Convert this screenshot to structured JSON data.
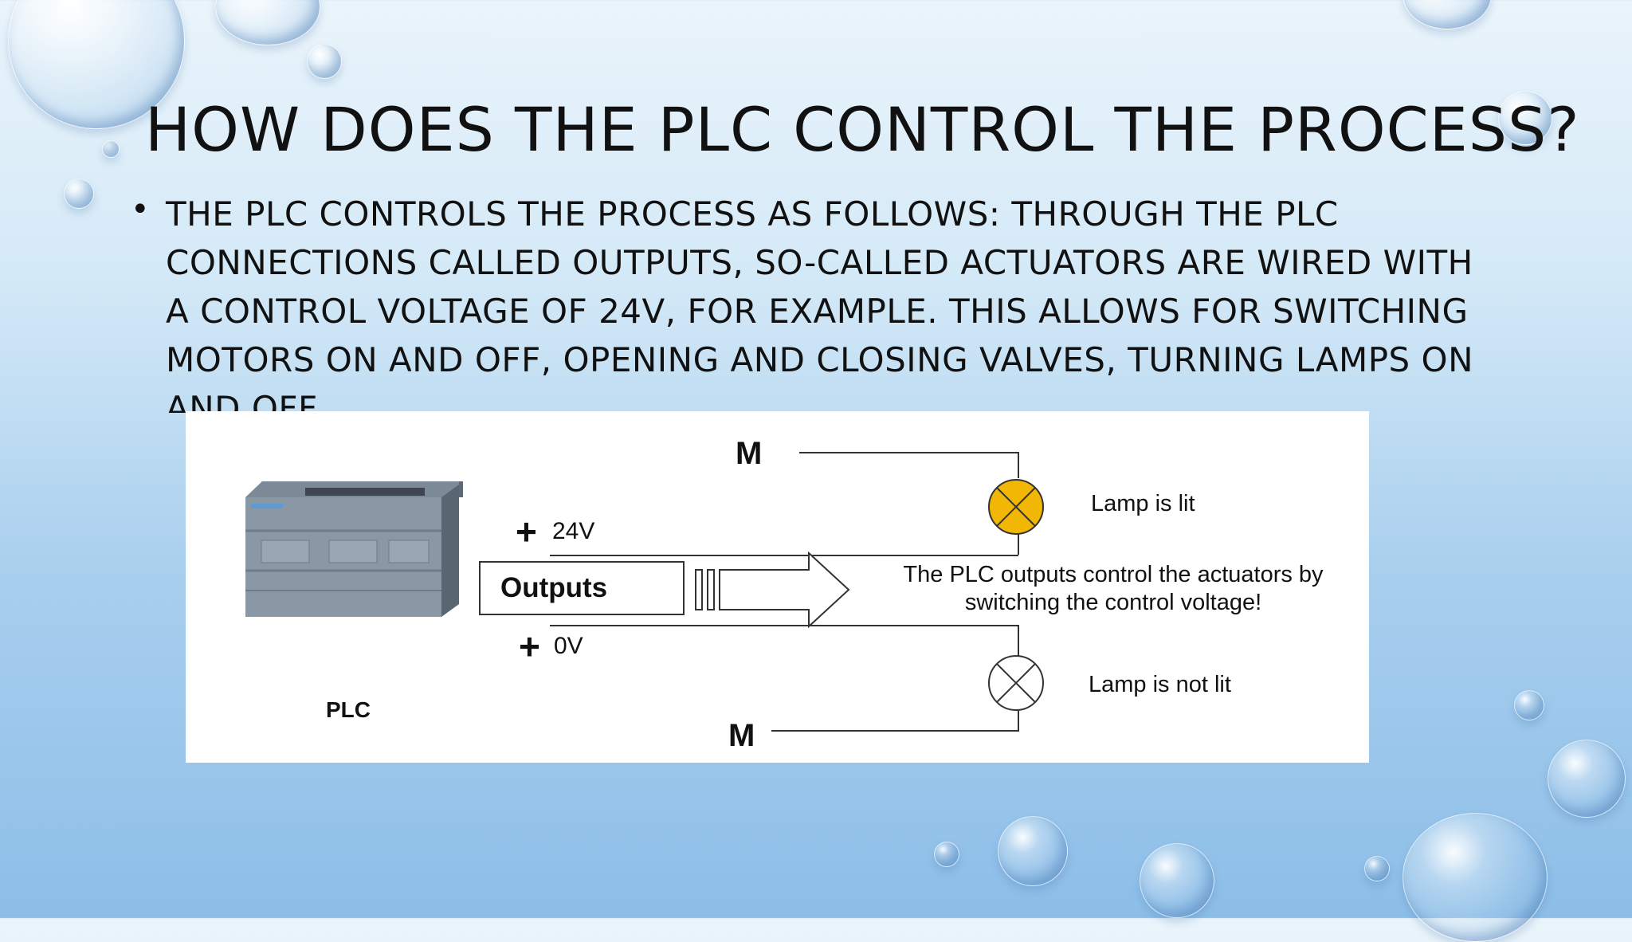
{
  "slide": {
    "title": "HOW DOES THE PLC CONTROL THE PROCESS?",
    "bullet": "The PLC controls the process as follows: Through the PLC connections called outputs, so-called actuators are wired with a control voltage of 24V, for example. This allows for switching motors on and off, opening and closing valves, turning lamps on and off."
  },
  "diagram": {
    "m_top": "M",
    "m_bottom": "M",
    "plus": "+",
    "v24": "24V",
    "v0": "0V",
    "outputs": "Outputs",
    "plc": "PLC",
    "lamp_lit": "Lamp is lit",
    "lamp_not_lit": "Lamp is not lit",
    "caption_line1": "The PLC outputs control the actuators by",
    "caption_line2": "switching the control voltage!",
    "lamp_lit_color": "#f2b705"
  }
}
